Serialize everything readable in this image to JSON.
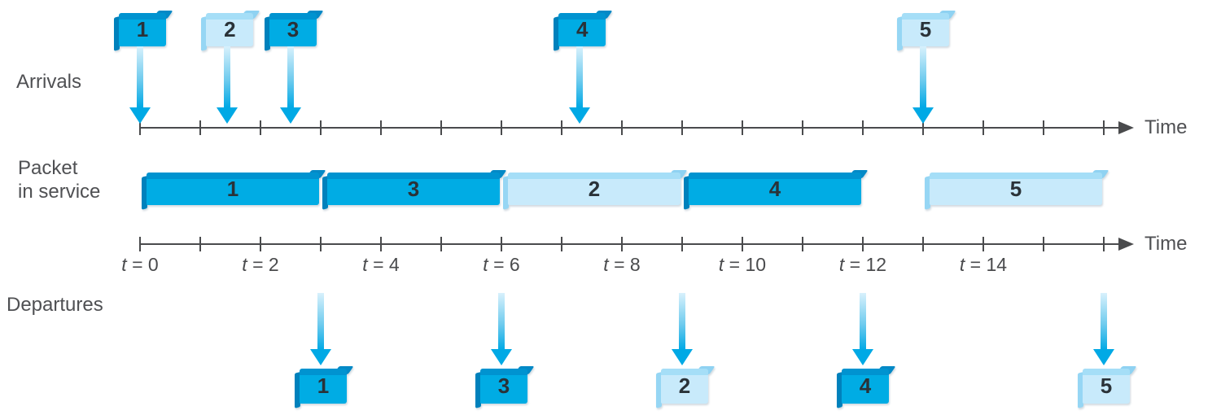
{
  "labels": {
    "arrivals": "Arrivals",
    "packet_in_service": [
      "Packet",
      "in service"
    ],
    "departures": "Departures",
    "time_top": "Time",
    "time_bottom": "Time"
  },
  "colors": {
    "dark": {
      "face": "#00ACE4",
      "cap": "#0093D0",
      "side": "#0081BC",
      "ear": "#0489C6"
    },
    "light": {
      "face": "#C8EAFB",
      "cap": "#A5DEF7",
      "side": "#96D6F4",
      "ear": "#8FD2F2"
    },
    "arrow_from": "#D8F1FC",
    "arrow_to": "#00A9E5",
    "axis": "#4A4B4D",
    "text": "#4F5053",
    "number": "#2A3238"
  },
  "chart_data": {
    "type": "timeline-diagram",
    "description": "Packets arriving to a queue, being transmitted (packet in service), and departing; dark packets 1, 3, 4 are served before light packets 2, 5",
    "time_axis": {
      "min": 0,
      "max": 16,
      "tick_step": 1,
      "axis_label": "Time",
      "tick_labels": [
        {
          "time": 0,
          "text": "t = 0"
        },
        {
          "time": 2,
          "text": "t = 2"
        },
        {
          "time": 4,
          "text": "t = 4"
        },
        {
          "time": 6,
          "text": "t = 6"
        },
        {
          "time": 8,
          "text": "t = 8"
        },
        {
          "time": 10,
          "text": "t = 10"
        },
        {
          "time": 12,
          "text": "t = 12"
        },
        {
          "time": 14,
          "text": "t = 14"
        }
      ]
    },
    "arrivals": [
      {
        "packet": "1",
        "time": 0,
        "shade": "dark"
      },
      {
        "packet": "2",
        "time": 1.45,
        "shade": "light"
      },
      {
        "packet": "3",
        "time": 2.5,
        "shade": "dark"
      },
      {
        "packet": "4",
        "time": 7.3,
        "shade": "dark"
      },
      {
        "packet": "5",
        "time": 13,
        "shade": "light"
      }
    ],
    "service": [
      {
        "packet": "1",
        "start": 0,
        "end": 3,
        "shade": "dark"
      },
      {
        "packet": "3",
        "start": 3,
        "end": 6,
        "shade": "dark"
      },
      {
        "packet": "2",
        "start": 6,
        "end": 9,
        "shade": "light"
      },
      {
        "packet": "4",
        "start": 9,
        "end": 12,
        "shade": "dark"
      },
      {
        "packet": "5",
        "start": 13,
        "end": 16,
        "shade": "light"
      }
    ],
    "departures": [
      {
        "packet": "1",
        "time": 3,
        "shade": "dark"
      },
      {
        "packet": "3",
        "time": 6,
        "shade": "dark"
      },
      {
        "packet": "2",
        "time": 9,
        "shade": "light"
      },
      {
        "packet": "4",
        "time": 12,
        "shade": "dark"
      },
      {
        "packet": "5",
        "time": 16,
        "shade": "light"
      }
    ]
  }
}
